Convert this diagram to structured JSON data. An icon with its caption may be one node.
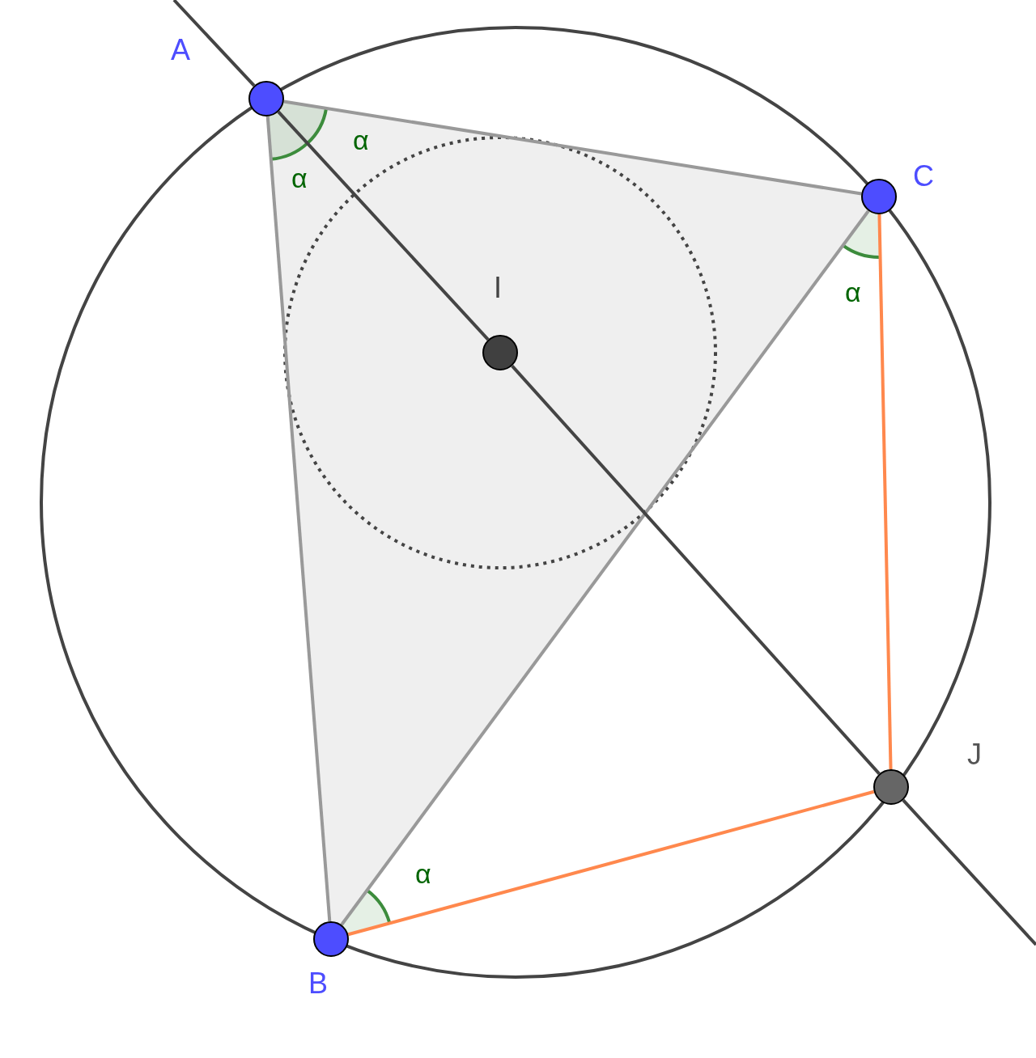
{
  "diagram": {
    "nodes": [
      {
        "text": [],
        "shape": "circle",
        "beside": [
          "A"
        ]
      },
      {
        "text": [],
        "shape": "circle",
        "beside": [
          "B"
        ]
      },
      {
        "text": [],
        "shape": "circle",
        "beside": [
          "C"
        ]
      },
      {
        "text": [],
        "shape": "circle",
        "beside": [
          "I"
        ]
      },
      {
        "text": [],
        "shape": "circle",
        "beside": [
          "J"
        ]
      }
    ],
    "edges": [
      {
        "from": 0,
        "to": 1,
        "arrow": "none",
        "color": "#999999"
      },
      {
        "from": 0,
        "to": 2,
        "arrow": "none",
        "color": "#999999"
      },
      {
        "from": 1,
        "to": 2,
        "arrow": "none",
        "color": "#999999"
      },
      {
        "from": 2,
        "to": 4,
        "arrow": "none",
        "color": "#ff884d"
      },
      {
        "from": 1,
        "to": 4,
        "arrow": "none",
        "color": "#ff884d"
      },
      {
        "from": null,
        "to": 0,
        "arrow": "none",
        "color": "#444444"
      },
      {
        "from": 0,
        "to": 3,
        "arrow": "none",
        "color": "#444444"
      },
      {
        "from": 3,
        "to": 4,
        "arrow": "none",
        "color": "#444444"
      },
      {
        "from": 4,
        "to": null,
        "arrow": "none",
        "color": "#444444"
      }
    ],
    "labels": [
      "α",
      "α",
      "α",
      "α"
    ]
  }
}
